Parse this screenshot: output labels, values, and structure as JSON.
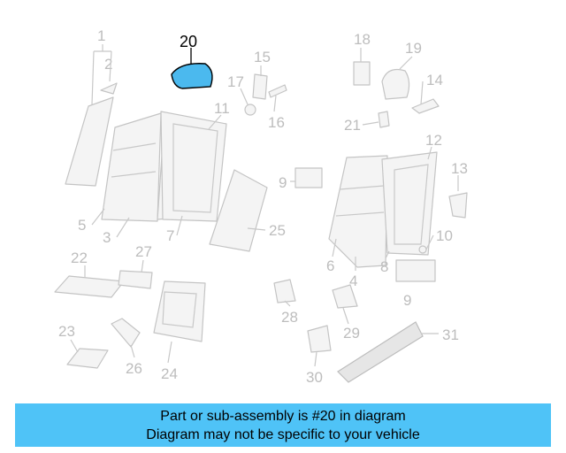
{
  "callouts": [
    "1",
    "2",
    "3",
    "5",
    "7",
    "10",
    "11",
    "12",
    "13",
    "14",
    "15",
    "16",
    "17",
    "18",
    "19",
    "21",
    "22",
    "23",
    "24",
    "25",
    "26",
    "27",
    "28",
    "29",
    "30",
    "31",
    "6",
    "4",
    "8",
    "9",
    "9"
  ],
  "highlight": {
    "number": "20",
    "color": "#4bb9ee"
  },
  "banner": {
    "line1": "Part or sub-assembly is #20 in diagram",
    "line2": "Diagram may not be specific to your vehicle",
    "background": "#4fc3f7"
  }
}
